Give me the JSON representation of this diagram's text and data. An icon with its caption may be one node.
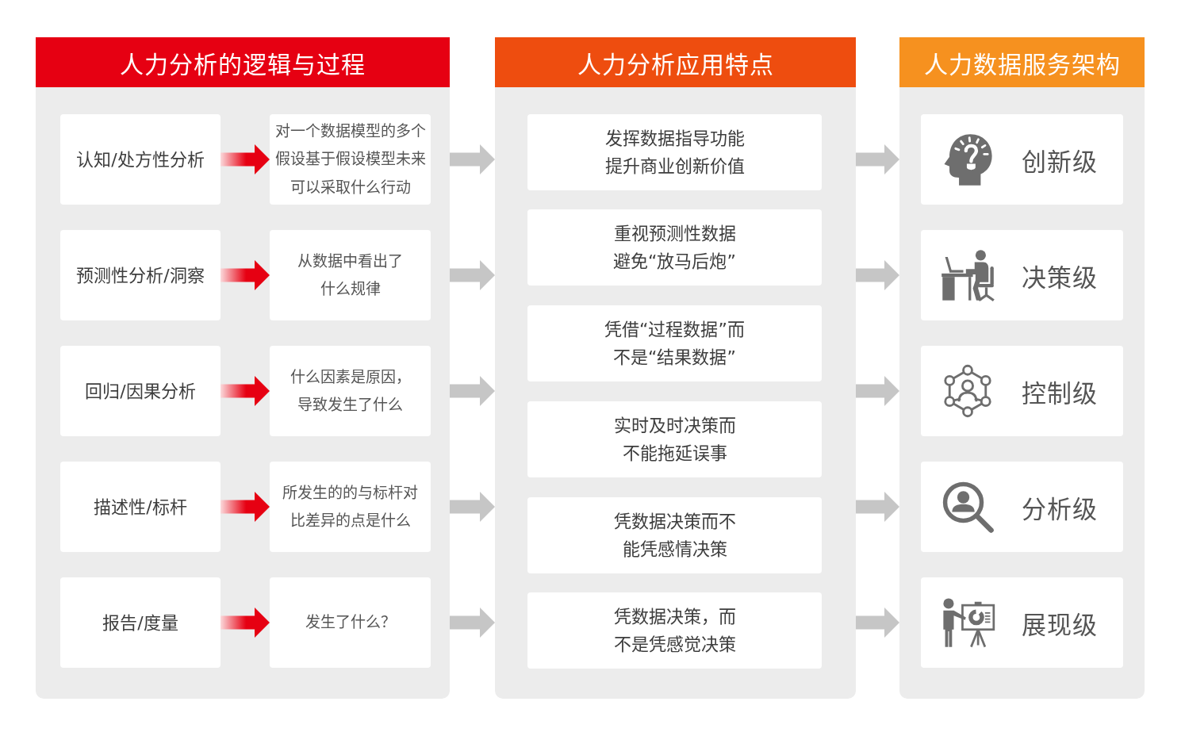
{
  "diagram": {
    "nodes": [
      {
        "text": [
          "人力分析的逻辑与过程"
        ]
      },
      {
        "text": [
          "认知/处方性分析"
        ],
        "in": 0
      },
      {
        "text": [
          "对一个数据模型的多个假设基于假设模型未来可以采取什么行动"
        ],
        "in": 0
      },
      {
        "text": [
          "预测性分析/洞察"
        ],
        "in": 0
      },
      {
        "text": [
          "从数据中看出了什么规律"
        ],
        "in": 0
      },
      {
        "text": [
          "回归/因果分析"
        ],
        "in": 0
      },
      {
        "text": [
          "什么因素是原因，导致发生了什么"
        ],
        "in": 0
      },
      {
        "text": [
          "描述性/标杆"
        ],
        "in": 0
      },
      {
        "text": [
          "所发生的的与标杆对比差异的点是什么"
        ],
        "in": 0
      },
      {
        "text": [
          "报告/度量"
        ],
        "in": 0
      },
      {
        "text": [
          "发生了什么？"
        ],
        "in": 0
      },
      {
        "text": [
          "人力分析应用特点"
        ]
      },
      {
        "text": [
          "发挥数据指导功能提升商业创新价值"
        ],
        "in": 11
      },
      {
        "text": [
          "重视预测性数据避免“放马后炮”"
        ],
        "in": 11
      },
      {
        "text": [
          "凭借“过程数据”而不是“结果数据”"
        ],
        "in": 11
      },
      {
        "text": [
          "实时及时决策而不能拖延误事"
        ],
        "in": 11
      },
      {
        "text": [
          "凭数据决策而不能凭感情决策"
        ],
        "in": 11
      },
      {
        "text": [
          "凭数据决策，而不是凭感觉决策"
        ],
        "in": 11
      },
      {
        "text": [
          "人力数据服务架构"
        ]
      },
      {
        "text": [
          "创新级"
        ],
        "in": 18
      },
      {
        "text": [
          "决策级"
        ],
        "in": 18
      },
      {
        "text": [
          "控制级"
        ],
        "in": 18
      },
      {
        "text": [
          "分析级"
        ],
        "in": 18
      },
      {
        "text": [
          "展现级"
        ],
        "in": 18
      }
    ],
    "edges": [
      {
        "from": 1,
        "to": 2,
        "arrow": "to",
        "color": "#e60012"
      },
      {
        "from": 3,
        "to": 4,
        "arrow": "to",
        "color": "#e60012"
      },
      {
        "from": 5,
        "to": 6,
        "arrow": "to",
        "color": "#e60012"
      },
      {
        "from": 7,
        "to": 8,
        "arrow": "to",
        "color": "#e60012"
      },
      {
        "from": 9,
        "to": 10,
        "arrow": "to",
        "color": "#e60012"
      },
      {
        "from": 0,
        "to": 11,
        "arrow": "to"
      },
      {
        "from": 0,
        "to": 11,
        "arrow": "to"
      },
      {
        "from": 0,
        "to": 11,
        "arrow": "to"
      },
      {
        "from": 0,
        "to": 11,
        "arrow": "to"
      },
      {
        "from": 0,
        "to": 11,
        "arrow": "to"
      },
      {
        "from": 11,
        "to": 18,
        "arrow": "to"
      },
      {
        "from": 11,
        "to": 18,
        "arrow": "to"
      },
      {
        "from": 11,
        "to": 18,
        "arrow": "to"
      },
      {
        "from": 11,
        "to": 18,
        "arrow": "to"
      },
      {
        "from": 11,
        "to": 18,
        "arrow": "to"
      }
    ]
  }
}
